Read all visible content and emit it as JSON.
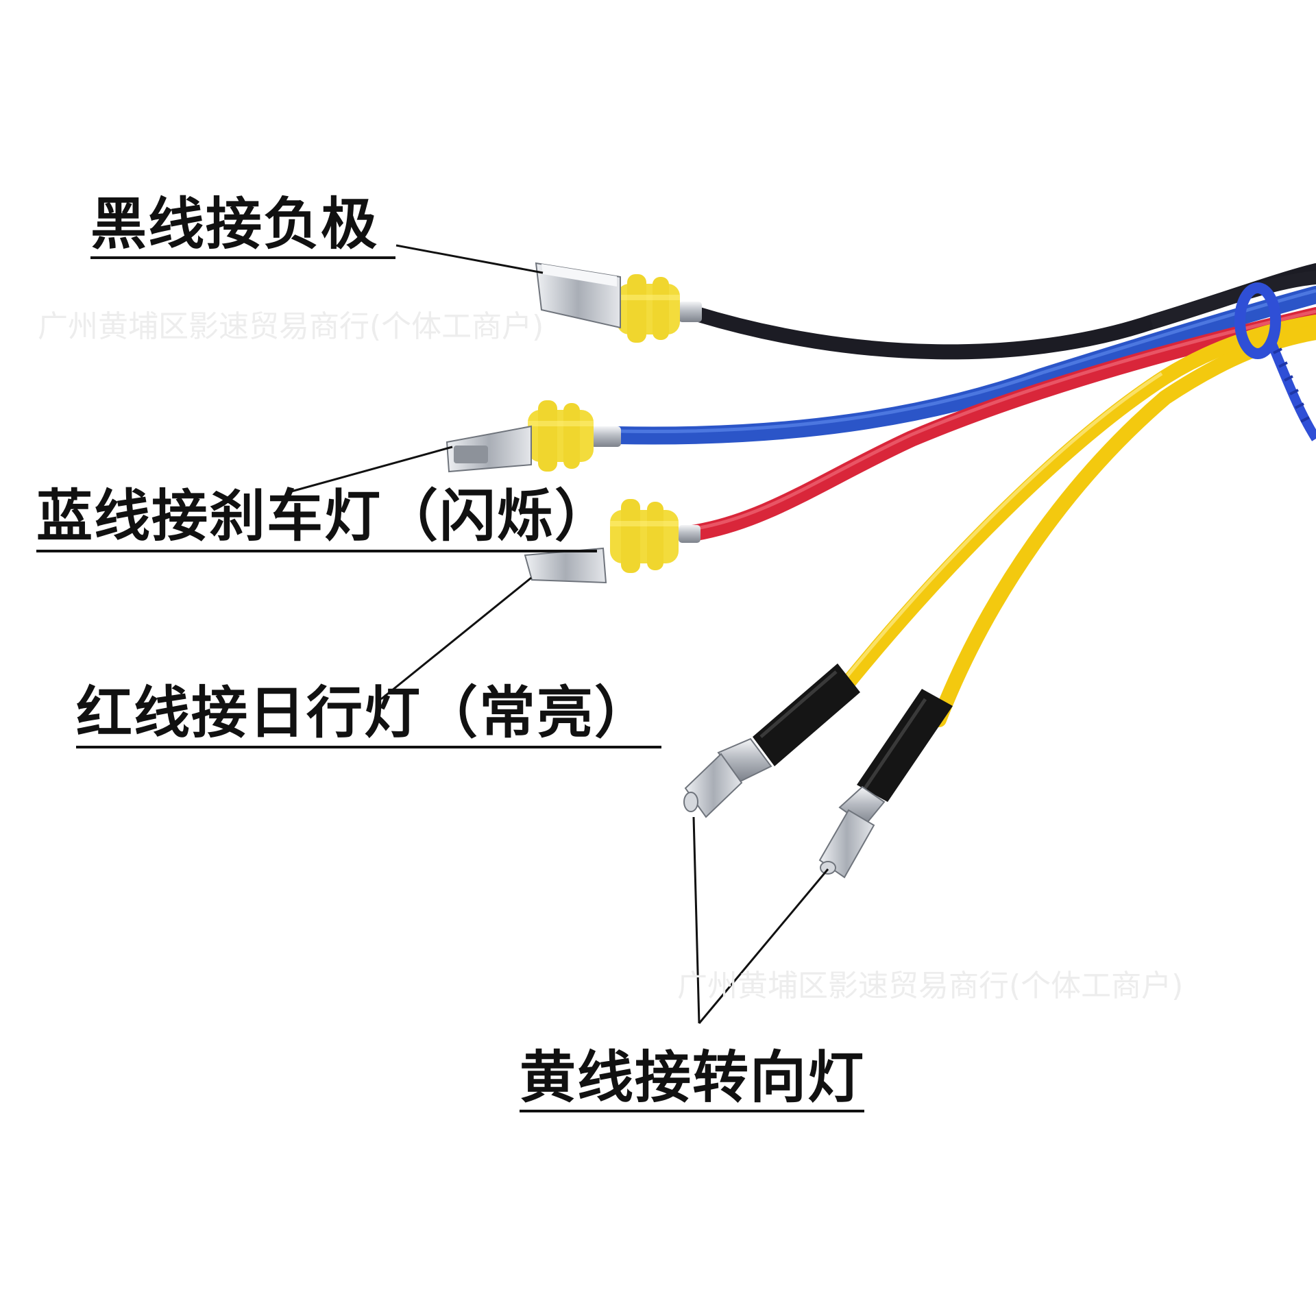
{
  "labels": {
    "black": "黑线接负极",
    "blue": "蓝线接刹车灯（闪烁）",
    "red": "红线接日行灯（常亮）",
    "yellow": "黄线接转向灯"
  },
  "watermarks": [
    "广州黄埔区影速贸易商行(个体工商户)",
    "广州黄埔区影速贸易商行(个体工商户)"
  ],
  "colors": {
    "black_wire": "#1c1c24",
    "blue_wire": "#2b55c8",
    "red_wire": "#d9263a",
    "yellow_wire": "#f3c90f",
    "seal": "#f3dc3c",
    "tie": "#2f4fd6",
    "terminal": "#c9ccd1",
    "heatshrink": "#151515",
    "leader": "#111111"
  }
}
